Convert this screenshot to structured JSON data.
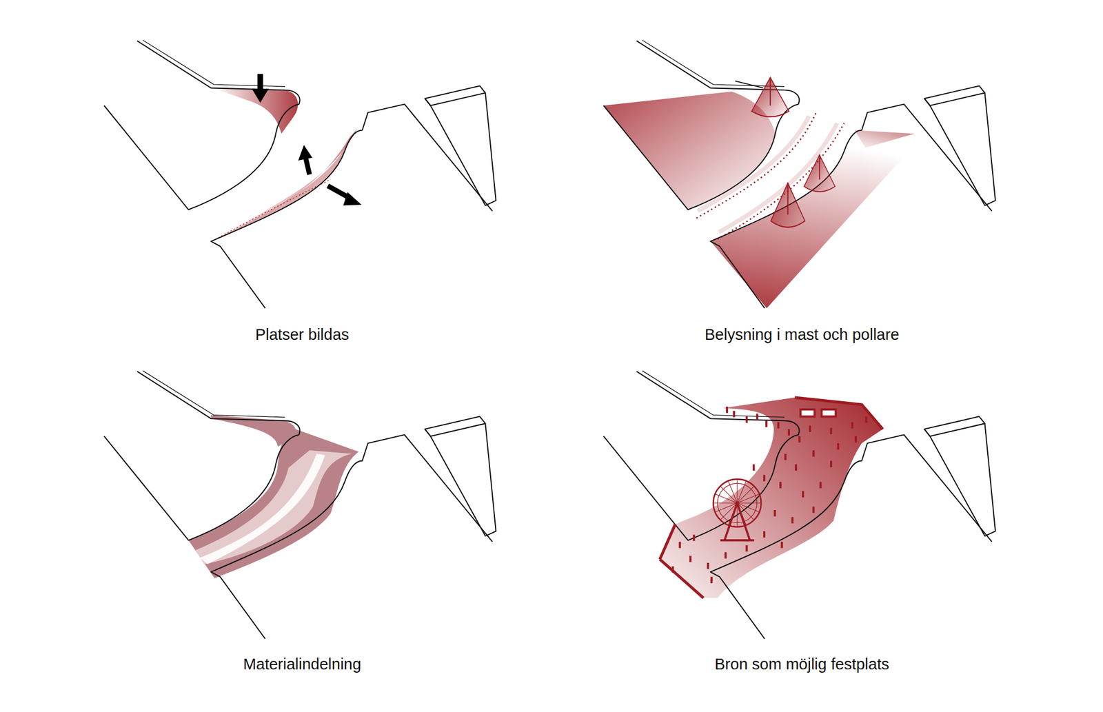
{
  "diagram": {
    "labels": [
      "Platser bildas",
      "Belysning i mast och pollare",
      "Materialindelning",
      "Bron som möjlig festplats"
    ]
  }
}
